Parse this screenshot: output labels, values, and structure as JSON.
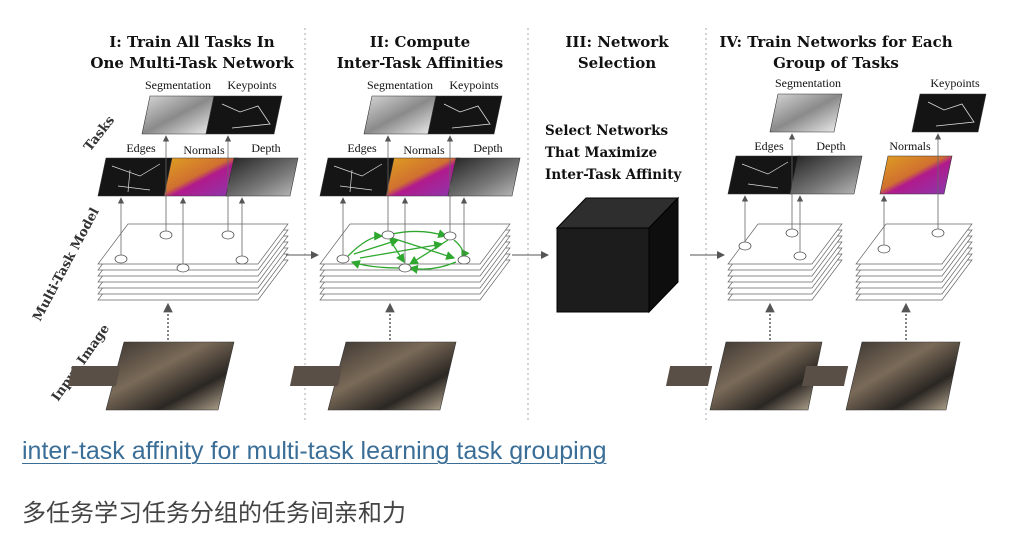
{
  "figure": {
    "stage1_title": [
      "I: Train All Tasks In",
      "One Multi-Task Network"
    ],
    "stage2_title": [
      "II: Compute",
      "Inter-Task Affinities"
    ],
    "stage3_title": [
      "III: Network",
      "Selection"
    ],
    "stage4_title": [
      "IV: Train Networks for Each",
      "Group of Tasks"
    ],
    "side_labels": {
      "tasks": "Tasks",
      "model": "Multi-Task Model",
      "input": "Input Image"
    },
    "task_labels": {
      "segmentation": "Segmentation",
      "keypoints": "Keypoints",
      "edges": "Edges",
      "normals": "Normals",
      "depth": "Depth"
    },
    "selection_text": [
      "Select Networks",
      "That Maximize",
      "Inter-Task Affinity"
    ],
    "colors": {
      "affinity_arrows": "#2fa82f",
      "cube_front": "#1c1c1c",
      "normals_magenta": "#b01a8c",
      "normals_orange": "#e0a020",
      "divider": "#aaaaaa"
    }
  },
  "caption": {
    "link_text": "inter-task affinity for multi-task learning task grouping",
    "subtitle": "多任务学习任务分组的任务间亲和力"
  }
}
